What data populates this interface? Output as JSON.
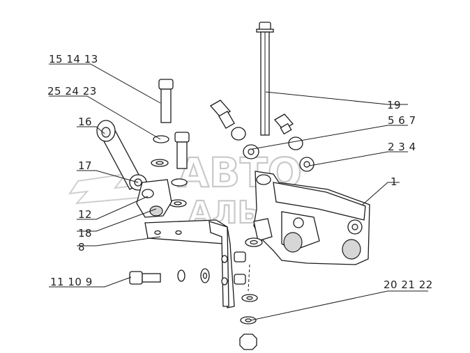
{
  "watermark": {
    "line1": "АВТО",
    "line2": "АЛЬЯНС"
  },
  "callouts": [
    {
      "id": "c-15-14-13",
      "text": "15 14 13"
    },
    {
      "id": "c-25-24-23",
      "text": "25 24 23"
    },
    {
      "id": "c-16",
      "text": "16"
    },
    {
      "id": "c-17",
      "text": "17"
    },
    {
      "id": "c-12",
      "text": "12"
    },
    {
      "id": "c-18",
      "text": "18"
    },
    {
      "id": "c-8",
      "text": "8"
    },
    {
      "id": "c-11-10-9",
      "text": "11 10 9"
    },
    {
      "id": "c-19",
      "text": "19"
    },
    {
      "id": "c-5-6-7",
      "text": "5 6 7"
    },
    {
      "id": "c-2-3-4",
      "text": "2 3 4"
    },
    {
      "id": "c-1",
      "text": "1"
    },
    {
      "id": "c-20-21-22",
      "text": "20 21 22"
    }
  ]
}
